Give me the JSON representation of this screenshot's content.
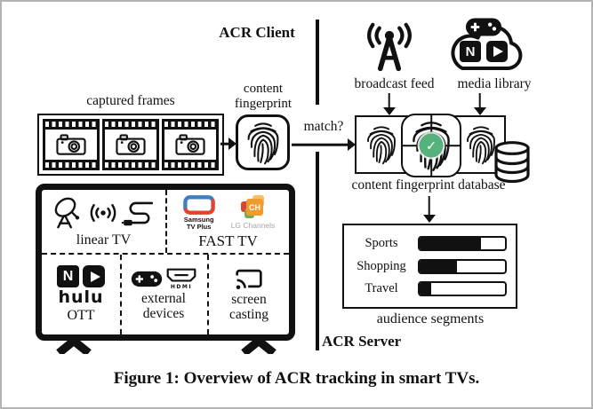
{
  "caption": "Figure 1: Overview of ACR tracking in smart TVs.",
  "zones": {
    "client": "ACR Client",
    "server": "ACR Server"
  },
  "pipeline": {
    "captured_frames": "captured frames",
    "content_fingerprint": "content fingerprint",
    "match": "match?",
    "broadcast_feed": "broadcast feed",
    "media_library": "media library",
    "fingerprint_database": "content fingerprint database"
  },
  "tv": {
    "linear_tv": "linear TV",
    "fast_tv": "FAST TV",
    "ott": "OTT",
    "external_devices": "external devices",
    "screen_casting": "screen casting"
  },
  "brands": {
    "netflix_letter": "N",
    "hulu": "hulu",
    "samsung_line1": "Samsung",
    "samsung_line2": "TV Plus",
    "lg_ch": "CH",
    "lg_channels": "LG Channels",
    "hdmi": "HDMI"
  },
  "icons": {
    "check": "✓"
  },
  "chart_data": {
    "type": "bar",
    "orientation": "horizontal",
    "title": "audience segments",
    "categories": [
      "Sports",
      "Shopping",
      "Travel"
    ],
    "values": [
      72,
      44,
      14
    ],
    "xlim": [
      0,
      100
    ],
    "value_meaning": "approx percent of bar filled black"
  },
  "colors": {
    "ink": "#111111",
    "check_green": "#55b27c",
    "samsung_blue": "#3f7fc1",
    "samsung_red": "#e1432d",
    "lg_orange": "#ef9b2d",
    "lg_light_orange": "#f6c06b",
    "lg_green": "#6fae4e",
    "lg_red": "#e2432d",
    "lg_text_gray": "#a6a6a6"
  }
}
